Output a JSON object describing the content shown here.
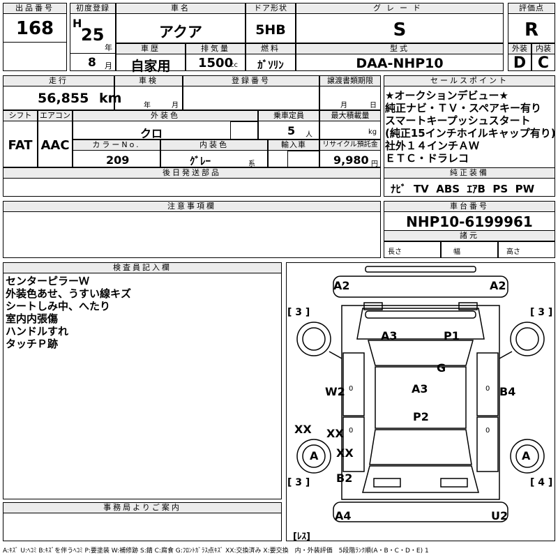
{
  "header": {
    "lot_label": "出品番号",
    "lot_value": "168",
    "first_reg_label": "初度登録",
    "era": "H",
    "year_value": "25",
    "year_unit": "年",
    "month_value": "8",
    "month_unit": "月",
    "car_name_label": "車名",
    "car_name": "アクア",
    "door_label": "ドア形状",
    "door_value": "5HB",
    "grade_label": "グレード",
    "grade_value": "S",
    "score_label": "評価点",
    "score_value": "R",
    "history_label": "車歴",
    "history_value": "自家用",
    "displacement_label": "排気量",
    "displacement_value": "1500",
    "displacement_unit": "cc",
    "fuel_label": "燃料",
    "fuel_value": "ｶﾞｿﾘﾝ",
    "model_label": "型式",
    "model_value": "DAA-NHP10",
    "exterior_label": "外装",
    "exterior_value": "D",
    "interior_label": "内装",
    "interior_value": "C"
  },
  "row2": {
    "mileage_label": "走行",
    "mileage_value": "56,855",
    "mileage_unit": "km",
    "inspection_label": "車検",
    "insp_year_unit": "年",
    "insp_month_unit": "月",
    "reg_no_label": "登録番号",
    "transfer_label": "譲渡書類期限",
    "transfer_month_unit": "月",
    "transfer_day_unit": "日",
    "shift_label": "シフト",
    "shift_value": "FAT",
    "ac_label": "エアコン",
    "ac_value": "AAC",
    "color_label": "外装色",
    "color_value": "クロ",
    "capacity_label": "乗車定員",
    "capacity_value": "5",
    "capacity_unit": "人",
    "max_load_label": "最大積載量",
    "max_load_unit": "kg",
    "color_no_label": "カラーNo.",
    "color_no_value": "209",
    "int_color_label": "内装色",
    "int_color_value": "ｸﾞﾚｰ",
    "int_color_unit": "系",
    "import_label": "輸入車",
    "recycle_label": "リサイクル預託金",
    "recycle_value": "9,980",
    "recycle_unit": "円",
    "later_parts_label": "後日発送部品"
  },
  "sales_points": {
    "label": "セールスポイント",
    "lines": [
      "★オークションデビュー★",
      "純正ナビ・ＴＶ・スペアキー有り",
      "スマートキープッシュスタート",
      "(純正15インチホイルキャップ有り)",
      "社外１４インチＡＷ",
      "ＥＴＣ・ドラレコ"
    ]
  },
  "equipment": {
    "label": "純正装備",
    "value": "ﾅﾋﾞ  TV  ABS  ｴｱB  PS  PW"
  },
  "notes": {
    "label": "注意事項欄"
  },
  "chassis": {
    "label": "車台番号",
    "value": "NHP10-6199961",
    "dims_label": "諸元",
    "length_label": "長さ",
    "width_label": "幅",
    "height_label": "高さ"
  },
  "inspector": {
    "label": "検査員記入欄",
    "lines": [
      "センターピラーＷ",
      "外装色あせ、うすい線キズ",
      "シートしみ中、へたり",
      "室内内張傷",
      "ハンドルすれ",
      "タッチＰ跡"
    ]
  },
  "office": {
    "label": "事務局よりご案内"
  },
  "diagram": {
    "marks": {
      "a2_left": "A2",
      "a2_right": "A2",
      "a3_top": "A3",
      "p1": "P1",
      "g": "G",
      "w2": "W2",
      "a3_mid": "A3",
      "b4": "B4",
      "p2": "P2",
      "xx_left": "XX",
      "xx_inner": "XX",
      "xx_lower": "XX",
      "a_left": "A",
      "a_right": "A",
      "b2": "B2",
      "a4": "A4",
      "u2": "U2",
      "zero1": "0",
      "zero2": "0",
      "zero3": "0",
      "zero4": "0"
    },
    "tires": {
      "fl": "[ 3 ]",
      "fr": "[ 3 ]",
      "rl": "[ 3 ]",
      "rr": "[ 4 ]"
    },
    "spare": "[ﾚｽ]"
  },
  "legend": "A:ｷｽﾞ U:ﾍｺﾐ B:ｷｽﾞを伴うﾍｺﾐ P:要塗装 W:補修跡 S:錆 C:腐食 G:ﾌﾛﾝﾄｶﾞﾗｽ点ｷｽﾞ XX:交換済み X:要交換　内・外装評価　5段階ﾗﾝｸ順(A・B・C・D・E) 1"
}
